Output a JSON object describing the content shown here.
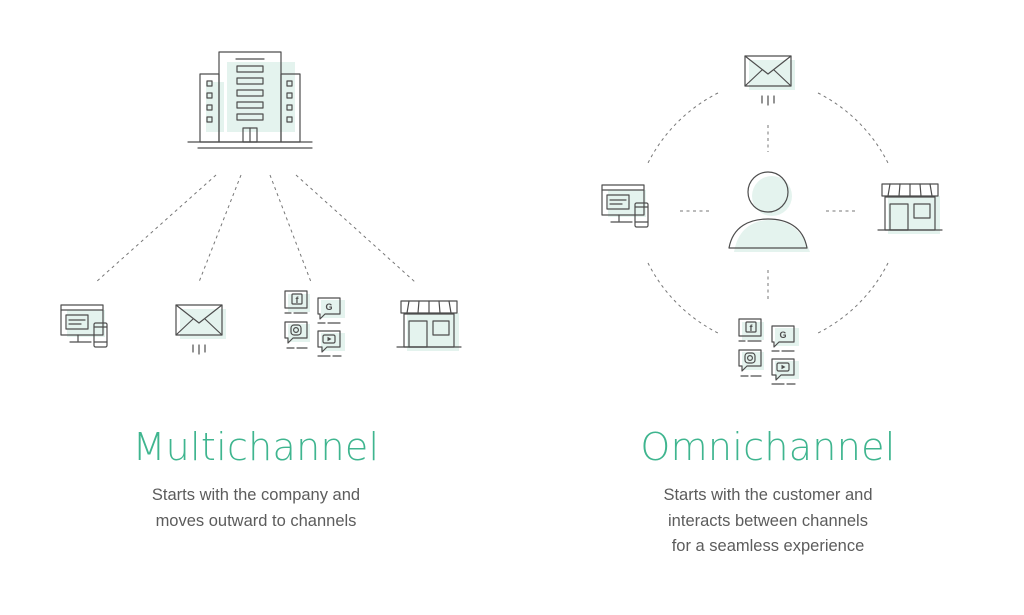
{
  "multichannel": {
    "title": "Multichannel",
    "description_lines": [
      "Starts with the company and",
      "moves outward to channels"
    ]
  },
  "omnichannel": {
    "title": "Omnichannel",
    "description_lines": [
      "Starts with the customer and",
      "interacts between channels",
      "for a seamless experience"
    ]
  },
  "icons": {
    "company": "office-building-icon",
    "devices": "computer-phone-devices-icon",
    "email": "envelope-icon",
    "social": "social-media-chat-icon",
    "store": "storefront-icon",
    "customer": "person-icon"
  },
  "social_glyphs": {
    "facebook": "f",
    "google": "G",
    "instagram": "◎",
    "youtube": "▶"
  },
  "colors": {
    "accent": "#3fb58f",
    "text": "#5c5c5c",
    "line": "#4d4d4d",
    "tint": "#e4f3ee"
  }
}
